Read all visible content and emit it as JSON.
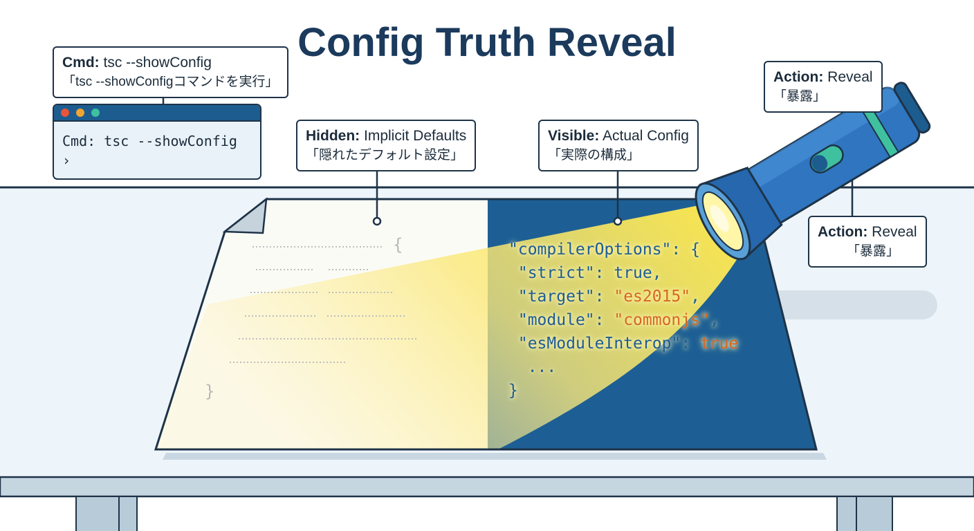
{
  "title": "Config Truth Reveal",
  "callouts": {
    "cmd": {
      "label": "Cmd:",
      "text": "tsc --showConfig",
      "jp": "「tsc --showConfigコマンドを実行」"
    },
    "hidden": {
      "label": "Hidden:",
      "text": "Implicit Defaults",
      "jp": "「隠れたデフォルト設定」"
    },
    "visible": {
      "label": "Visible:",
      "text": "Actual Config",
      "jp": "「実際の構成」"
    },
    "action_top": {
      "label": "Action:",
      "text": "Reveal",
      "jp": "「暴露」"
    },
    "action_right": {
      "label": "Action:",
      "text": "Reveal",
      "jp": "「暴露」"
    }
  },
  "terminal": {
    "command": "Cmd: tsc --showConfig",
    "prompt": "›",
    "dots": [
      "#e8553b",
      "#f0a431",
      "#3fc1a0"
    ]
  },
  "hidden_code": {
    "open": "{",
    "close": "}"
  },
  "config": {
    "line1": "\"compilerOptions\": {",
    "strict_key": "\"strict\": ",
    "strict_val": "true,",
    "target_key": "\"target\": ",
    "target_val": "\"es2015\"",
    "module_key": "\"module\": ",
    "module_val": "\"commonjs\"",
    "interop_key": "\"esModuleInterop\": ",
    "interop_val": "true",
    "comma": ",",
    "ellipsis": "...",
    "close": "}"
  },
  "colors": {
    "navy": "#1b3a5c",
    "doc_blue": "#1d5f94",
    "beam": "#fbe45c",
    "string": "#d9661f",
    "key": "#1d5c94"
  }
}
